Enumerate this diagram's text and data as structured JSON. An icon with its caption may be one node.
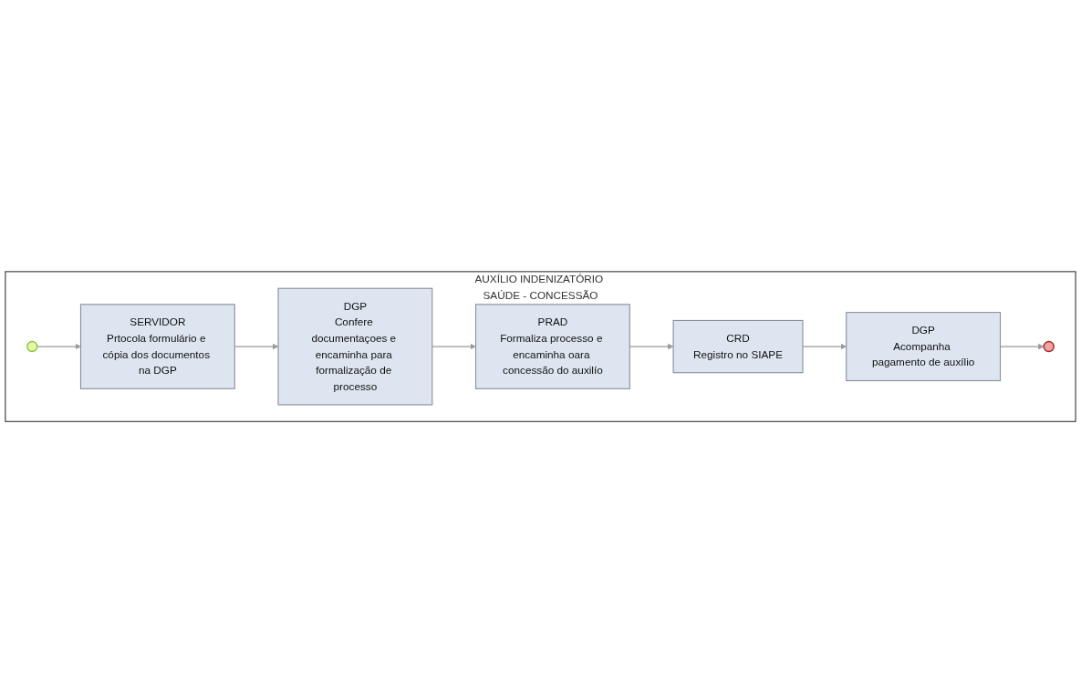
{
  "diagram": {
    "nodes": [
      {
        "text": [
          "AUXÍLIO INDENIZATÓRIO SAÚDE - CONCESSÃO"
        ]
      },
      {
        "text": [],
        "shape": "circle",
        "in": 0
      },
      {
        "text": [
          "SERVIDOR",
          "Prtocola formulário e cópia dos documentos na DGP"
        ],
        "in": 0
      },
      {
        "text": [
          "DGP",
          "Confere documentaçoes e encaminha para formalização de processo"
        ],
        "in": 0
      },
      {
        "text": [
          "PRAD",
          "Formaliza processo e encaminha oara concessão do auxilío"
        ],
        "in": 0
      },
      {
        "text": [
          "CRD",
          "Registro no SIAPE"
        ],
        "in": 0
      },
      {
        "text": [
          "DGP",
          "Acompanha pagamento de auxílio"
        ],
        "in": 0
      },
      {
        "text": [],
        "shape": "circle",
        "in": 0
      }
    ],
    "edges": [
      {
        "from": 1,
        "to": 2,
        "arrow": "to"
      },
      {
        "from": 2,
        "to": 3,
        "arrow": "to"
      },
      {
        "from": 3,
        "to": 4,
        "arrow": "to"
      },
      {
        "from": 4,
        "to": 5,
        "arrow": "to"
      },
      {
        "from": 5,
        "to": 6,
        "arrow": "to"
      },
      {
        "from": 6,
        "to": 7,
        "arrow": "to"
      }
    ]
  }
}
